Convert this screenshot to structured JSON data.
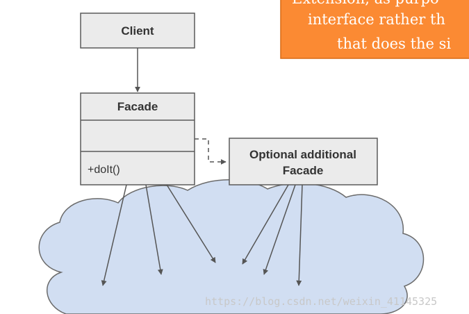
{
  "colors": {
    "box_fill": "#ebebeb",
    "box_stroke": "#5a5a5a",
    "arrow": "#555555",
    "cloud_fill": "#d1def2",
    "cloud_stroke": "#6b6b6b",
    "callout_fill": "#fb8a33",
    "callout_stroke": "#d86a14",
    "callout_text": "#ffffff",
    "watermark": "#c8c8c8"
  },
  "client": {
    "label": "Client"
  },
  "facade": {
    "label": "Facade",
    "method": "+doIt()"
  },
  "optional_facade": {
    "label_line1": "Optional additional",
    "label_line2": "Facade"
  },
  "callout": {
    "line1": "Extension, as purpo",
    "line2": "interface rather th",
    "line3": "that does the si"
  },
  "watermark": "https://blog.csdn.net/weixin_41145325"
}
